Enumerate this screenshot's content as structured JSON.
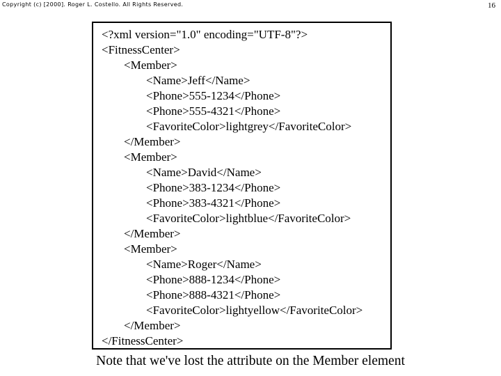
{
  "header": {
    "copyright": "Copyright (c) [2000].  Roger L. Costello.  All Rights Reserved.",
    "page_number": "16"
  },
  "code_box": {
    "lines": [
      {
        "indent": 0,
        "text": "<?xml version=\"1.0\" encoding=\"UTF-8\"?>"
      },
      {
        "indent": 0,
        "text": "<FitnessCenter>"
      },
      {
        "indent": 1,
        "text": "<Member>"
      },
      {
        "indent": 2,
        "text": "<Name>Jeff</Name>"
      },
      {
        "indent": 2,
        "text": "<Phone>555-1234</Phone>"
      },
      {
        "indent": 2,
        "text": "<Phone>555-4321</Phone>"
      },
      {
        "indent": 2,
        "text": "<FavoriteColor>lightgrey</FavoriteColor>"
      },
      {
        "indent": 1,
        "text": "</Member>"
      },
      {
        "indent": 1,
        "text": "<Member>"
      },
      {
        "indent": 2,
        "text": "<Name>David</Name>"
      },
      {
        "indent": 2,
        "text": "<Phone>383-1234</Phone>"
      },
      {
        "indent": 2,
        "text": "<Phone>383-4321</Phone>"
      },
      {
        "indent": 2,
        "text": "<FavoriteColor>lightblue</FavoriteColor>"
      },
      {
        "indent": 1,
        "text": "</Member>"
      },
      {
        "indent": 1,
        "text": "<Member>"
      },
      {
        "indent": 2,
        "text": "<Name>Roger</Name>"
      },
      {
        "indent": 2,
        "text": "<Phone>888-1234</Phone>"
      },
      {
        "indent": 2,
        "text": "<Phone>888-4321</Phone>"
      },
      {
        "indent": 2,
        "text": "<FavoriteColor>lightyellow</FavoriteColor>"
      },
      {
        "indent": 1,
        "text": "</Member>"
      },
      {
        "indent": 0,
        "text": "</FitnessCenter>"
      }
    ]
  },
  "caption": {
    "text": "Note that we've lost the attribute on the Member element"
  },
  "colors": {
    "background": "#ffffff",
    "text": "#000000",
    "border": "#000000"
  }
}
